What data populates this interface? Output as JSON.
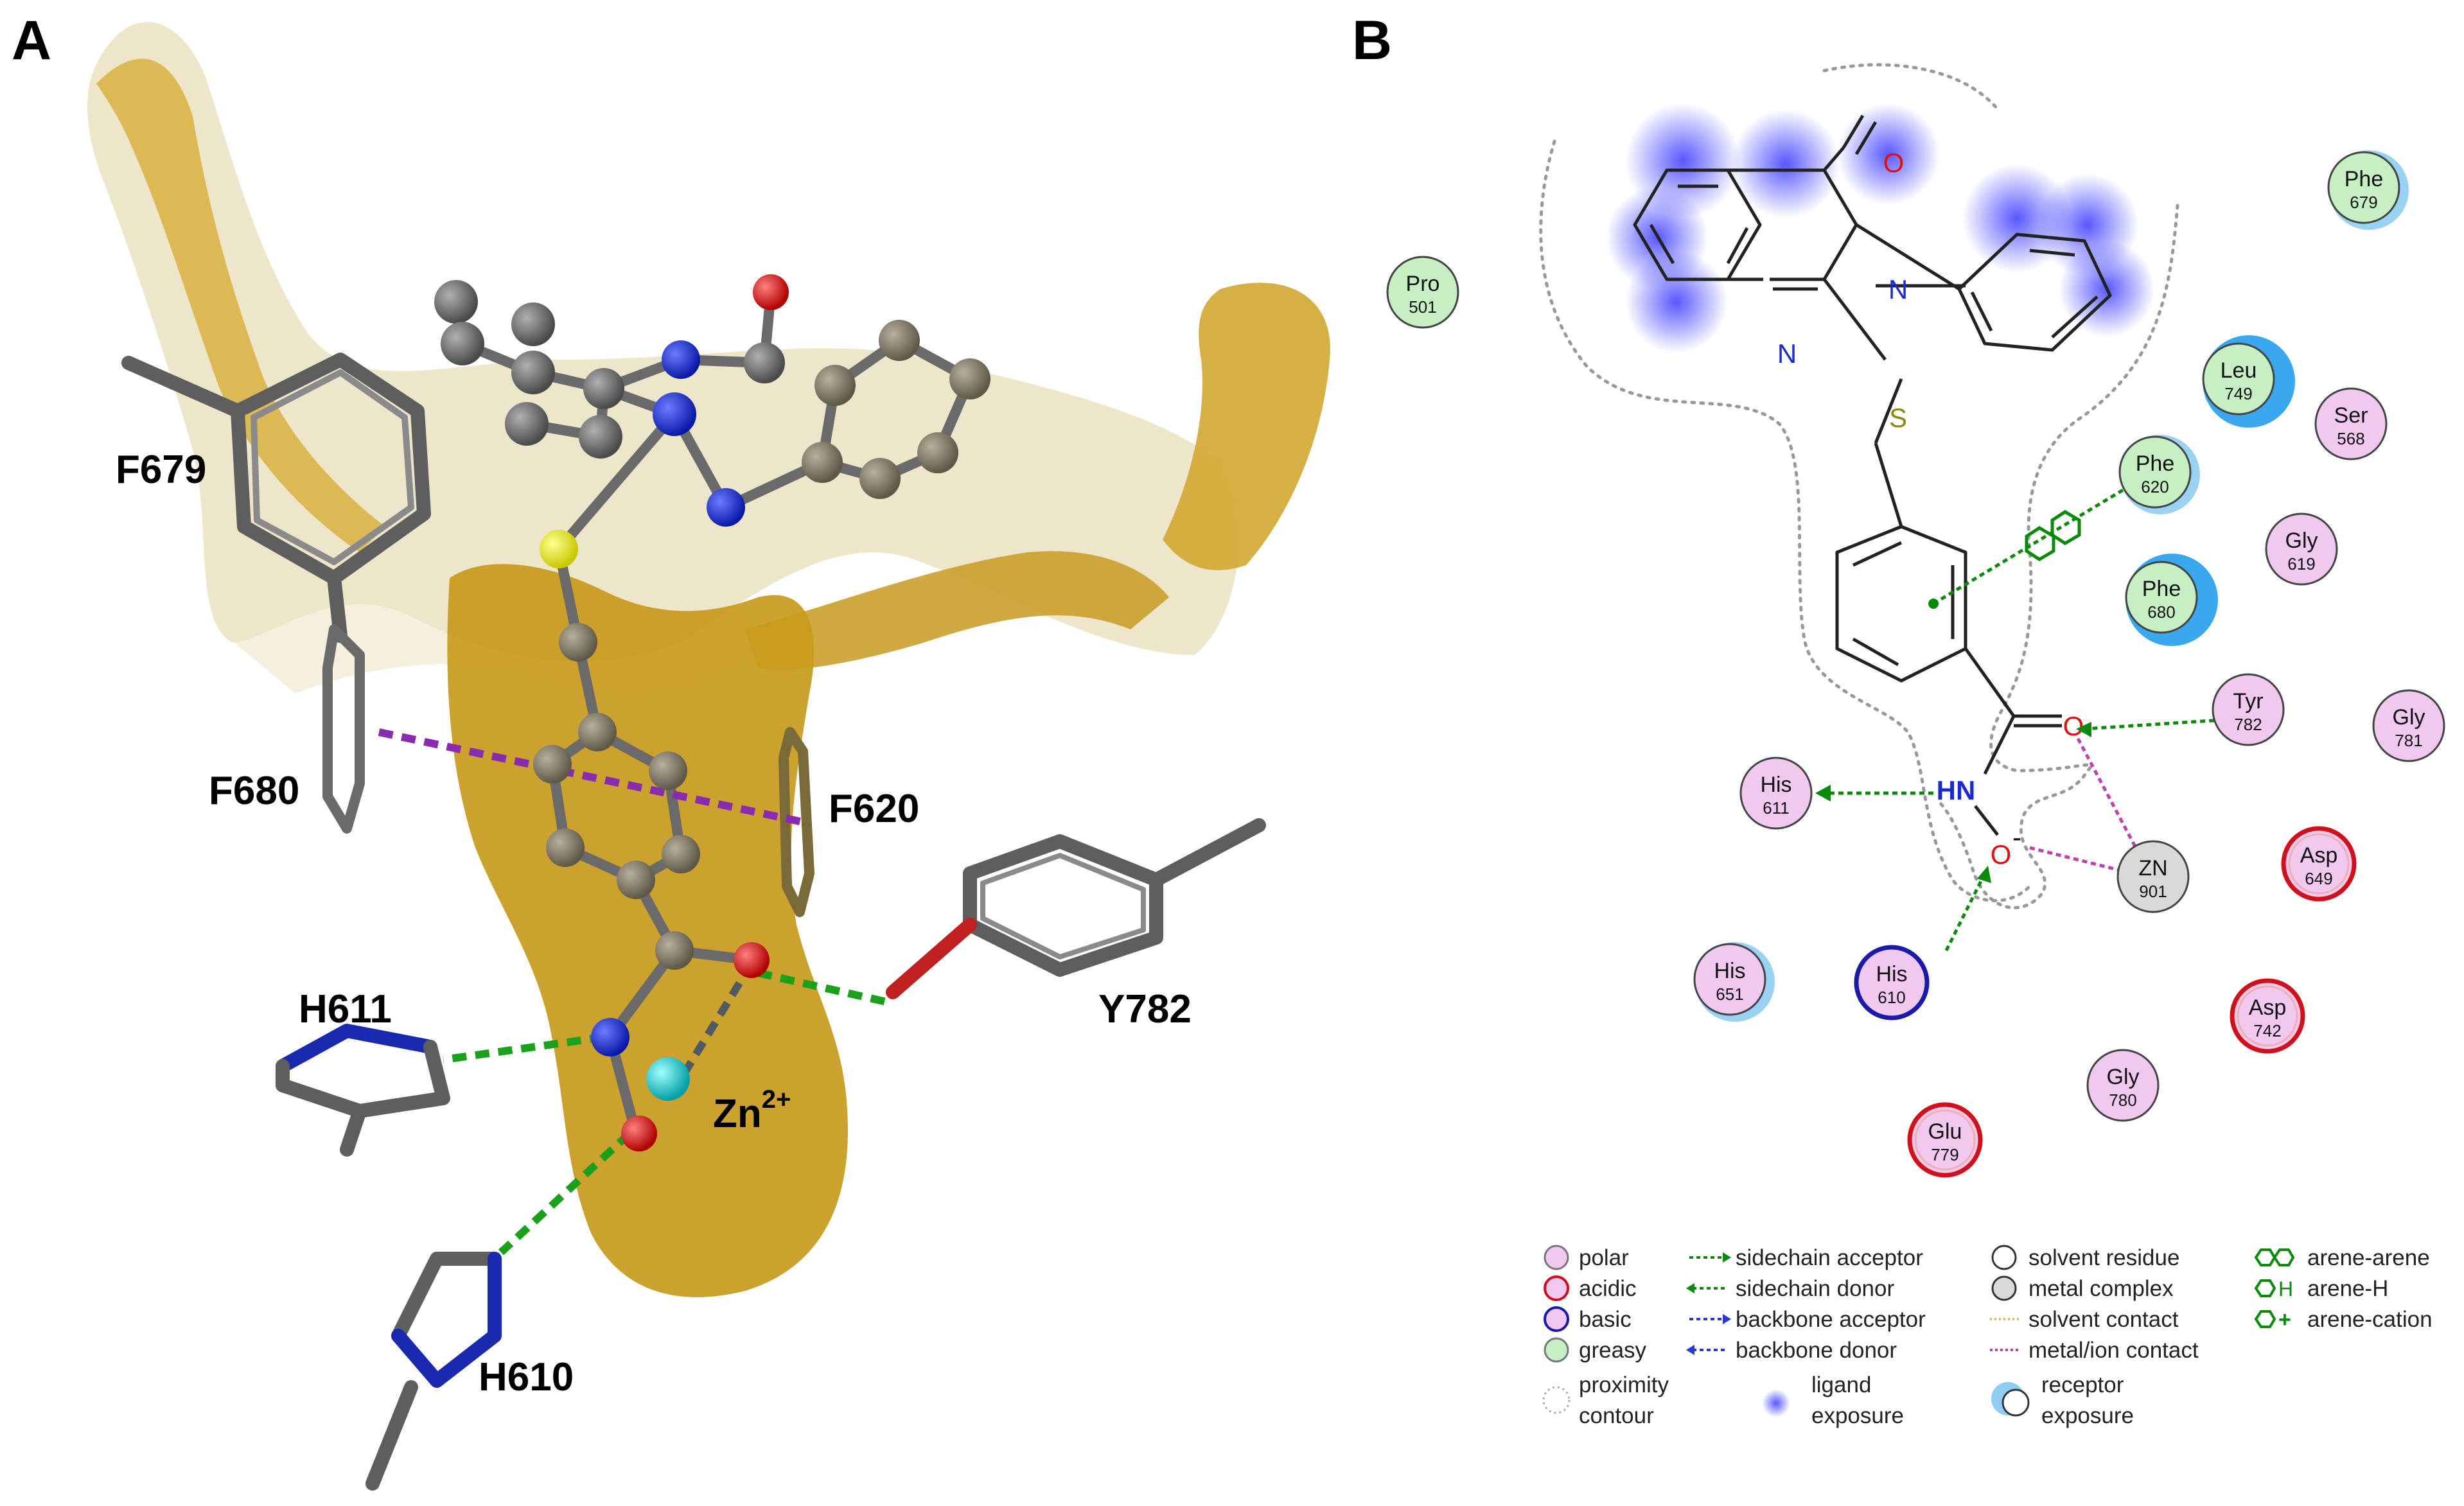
{
  "panels": {
    "a": "A",
    "b": "B"
  },
  "panel_a": {
    "labels": {
      "f679": "F679",
      "f680": "F680",
      "f620": "F620",
      "h611": "H611",
      "y782": "Y782",
      "zn": "Zn",
      "zn_charge": "2+",
      "h610": "H610"
    }
  },
  "panel_b": {
    "atoms": {
      "o_carbonyl": "O",
      "n_ring": "N",
      "n_imine": "N",
      "s": "S",
      "o_amide": "O",
      "nh": "HN",
      "o_minus": "O",
      "minus": "-"
    },
    "residues": [
      {
        "name": "Pro",
        "num": "501",
        "type": "greasy"
      },
      {
        "name": "Phe",
        "num": "679",
        "type": "greasy"
      },
      {
        "name": "Leu",
        "num": "749",
        "type": "greasy"
      },
      {
        "name": "Ser",
        "num": "568",
        "type": "polar"
      },
      {
        "name": "Phe",
        "num": "620",
        "type": "greasy"
      },
      {
        "name": "Gly",
        "num": "619",
        "type": "polar"
      },
      {
        "name": "Phe",
        "num": "680",
        "type": "greasy"
      },
      {
        "name": "Tyr",
        "num": "782",
        "type": "polar"
      },
      {
        "name": "Gly",
        "num": "781",
        "type": "polar"
      },
      {
        "name": "His",
        "num": "611",
        "type": "polar"
      },
      {
        "name": "ZN",
        "num": "901",
        "type": "metal"
      },
      {
        "name": "Asp",
        "num": "649",
        "type": "acidic"
      },
      {
        "name": "His",
        "num": "651",
        "type": "polar"
      },
      {
        "name": "His",
        "num": "610",
        "type": "basic"
      },
      {
        "name": "Asp",
        "num": "742",
        "type": "acidic"
      },
      {
        "name": "Gly",
        "num": "780",
        "type": "polar"
      },
      {
        "name": "Glu",
        "num": "779",
        "type": "acidic"
      }
    ],
    "legend": {
      "col1": [
        "polar",
        "acidic",
        "basic",
        "greasy"
      ],
      "proximity": [
        "proximity",
        "contour"
      ],
      "col2": [
        "sidechain acceptor",
        "sidechain donor",
        "backbone acceptor",
        "backbone donor"
      ],
      "ligand_exposure": [
        "ligand",
        "exposure"
      ],
      "col3": [
        "solvent residue",
        "metal complex",
        "solvent contact",
        "metal/ion contact"
      ],
      "receptor_exposure": [
        "receptor",
        "exposure"
      ],
      "col4": [
        "arene-arene",
        "arene-H",
        "arene-cation"
      ]
    },
    "colors": {
      "polar": "#f0c8f0",
      "acidic_stroke": "#d0101a",
      "basic_stroke": "#1a1aa8",
      "greasy": "#c6f0c4",
      "metal": "#d9d9d9",
      "hbond": "#0a8a0a",
      "metal_contact": "#c040b0"
    }
  }
}
